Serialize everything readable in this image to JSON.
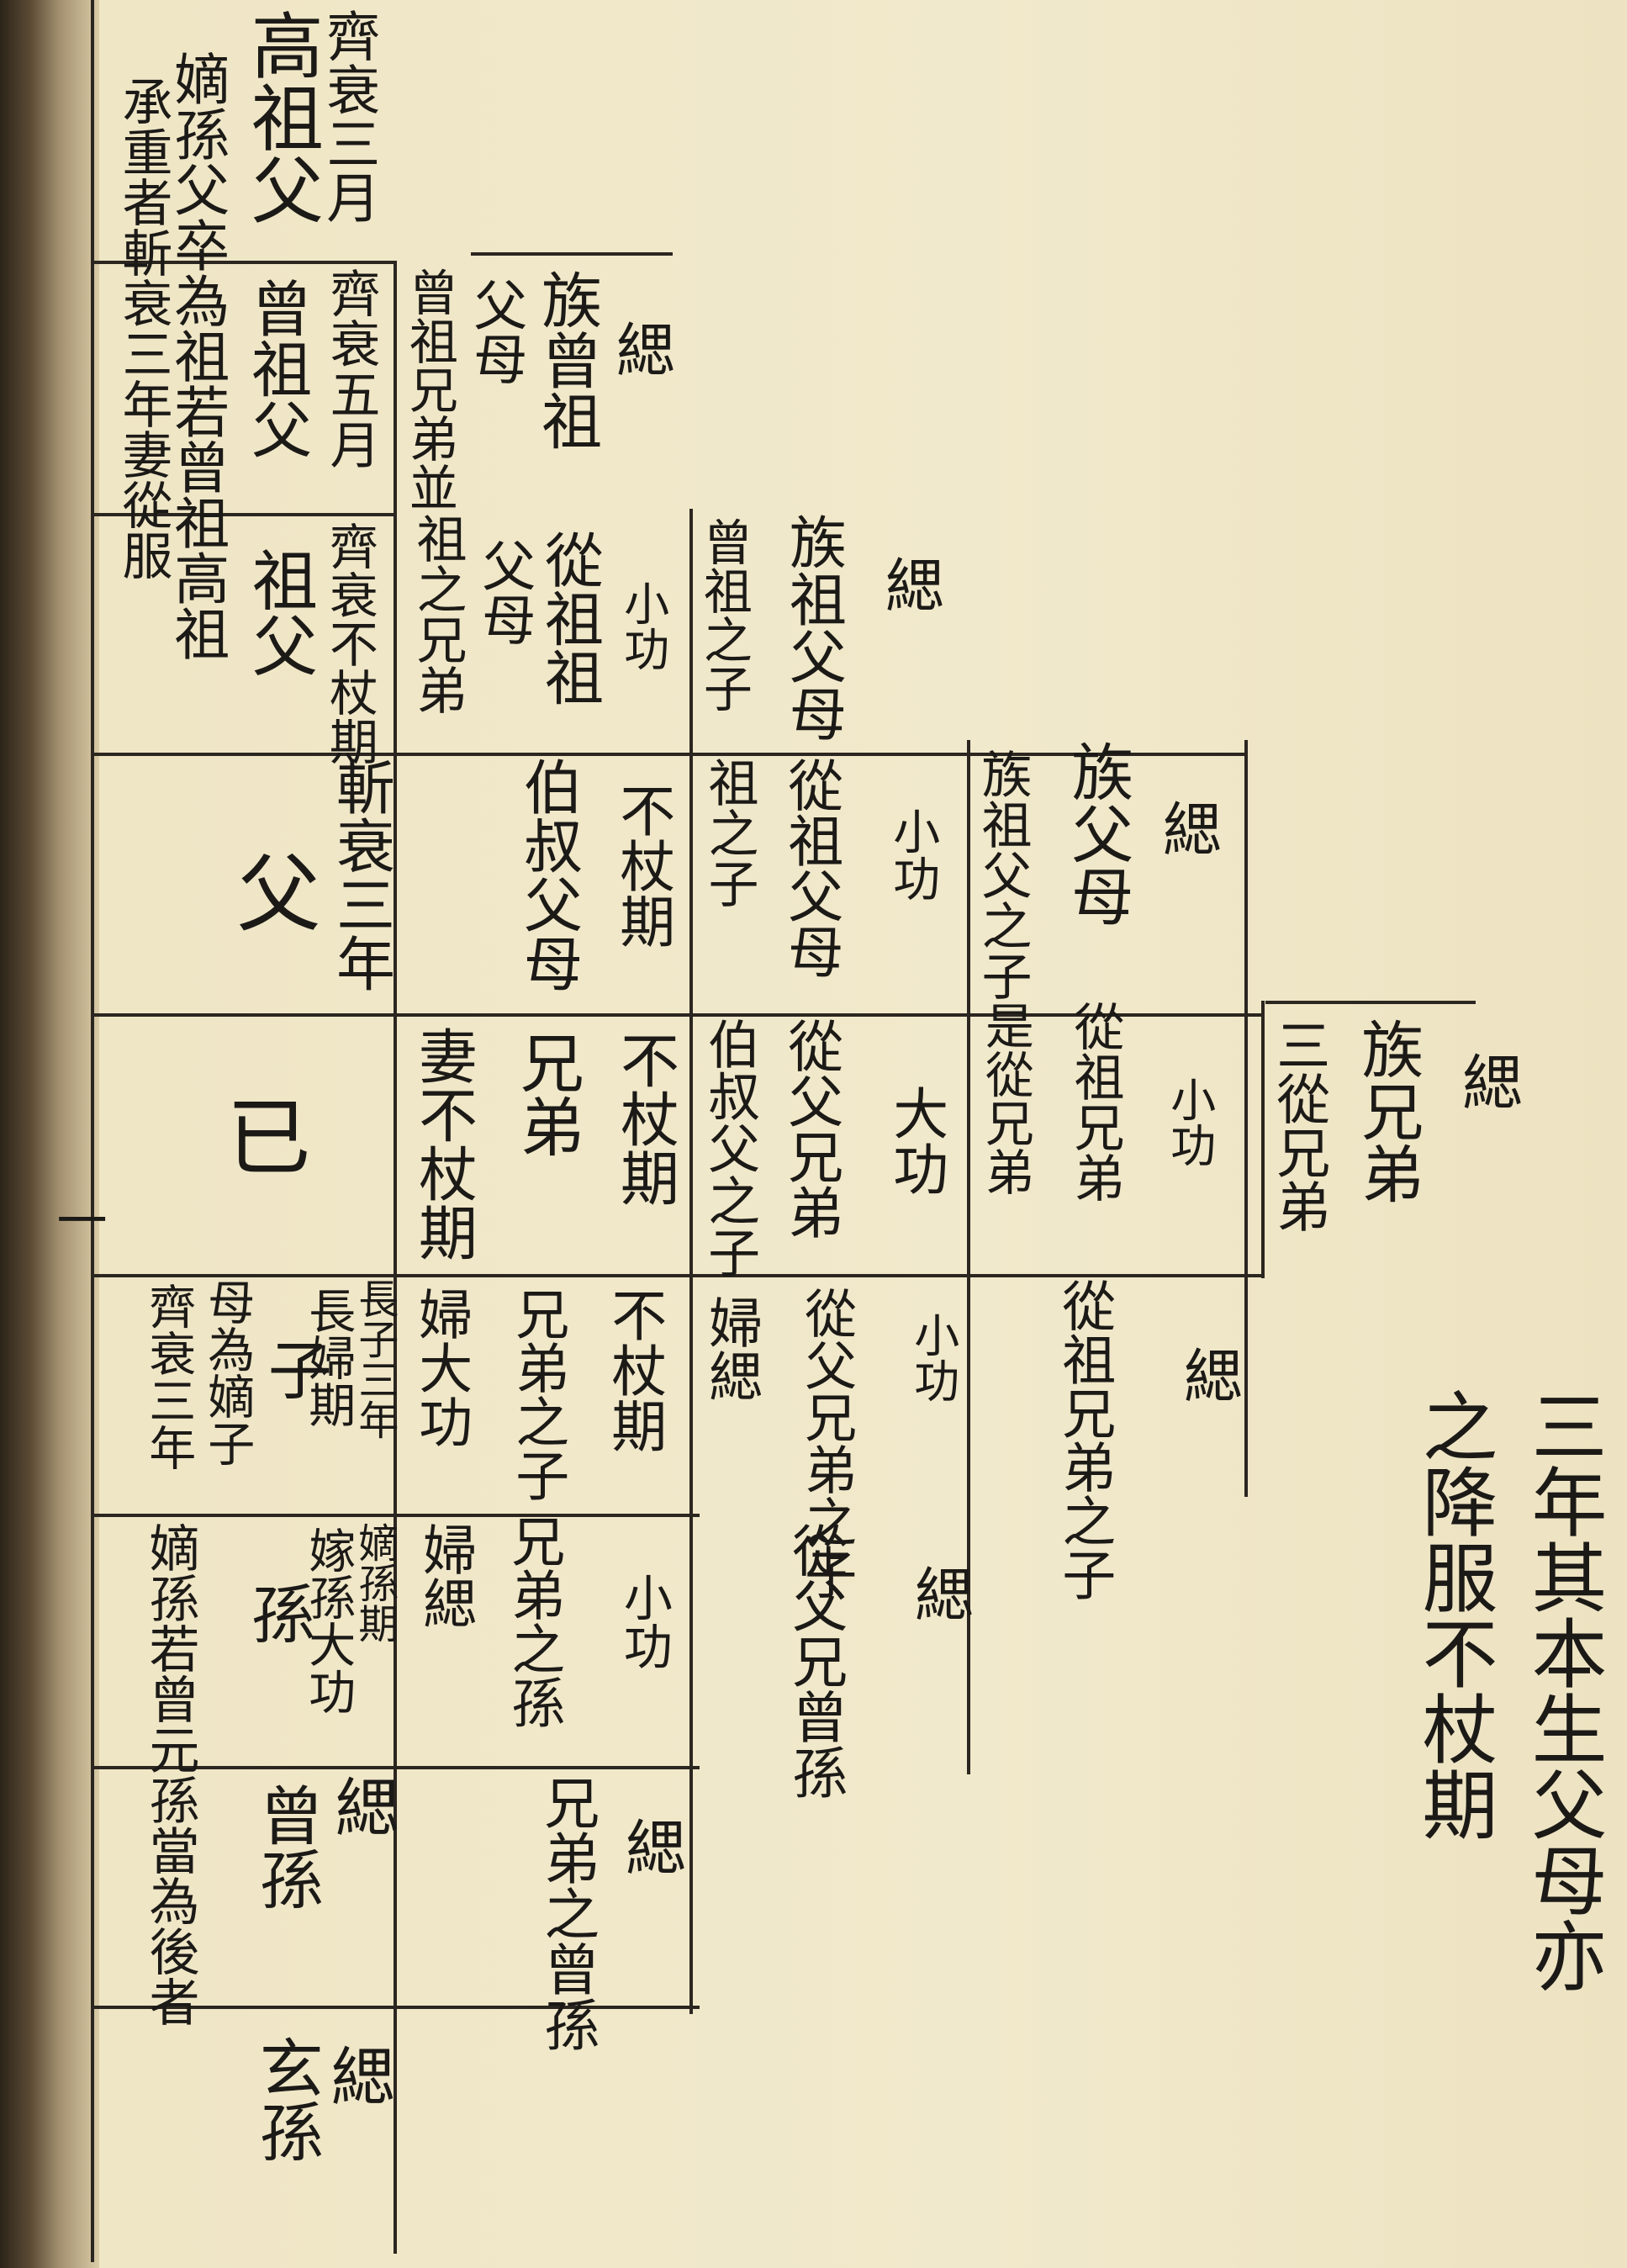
{
  "page": {
    "cells": {
      "gaozufu": "高祖父",
      "gaozu_mourning": "齊衰三月",
      "dizhu_note": [
        "嫡孫父卒為祖若曾祖高祖",
        "承重者斬衰三年妻從服"
      ],
      "zengzufu": "曾祖父",
      "zengzu_mourning": "齊衰五月",
      "zengzu_uncles": "曾祖兄弟並",
      "zufu": "祖父",
      "zu_mourning": "齊衰不杖期",
      "zu_brothers": "祖之兄弟",
      "fu": "父",
      "fu_mourning": "斬衰三年",
      "ji": "已",
      "wife": "妻不杖期",
      "zi_note": "母為嫡子",
      "zi": "子",
      "zi_mourning": "齊衰三年",
      "zhangzi": "長子三年",
      "zhangfu": "長婦期",
      "sun": "孫",
      "dizhu_sun": "嫡孫若曾元孫當為後者",
      "zhangsun": "嫡孫期",
      "sunfu": "嫁孫大功",
      "zengsun": "曾孫",
      "xuansun": "玄孫"
    },
    "middle": {
      "si": "緦",
      "zu_zeng_zu": "族曾祖",
      "fumu": "父母",
      "xiaogong": "小功",
      "cong_zu_zu": "從祖祖",
      "cong_fu_mu": "父母",
      "boshu": "伯叔父母",
      "buzhang": "不杖期",
      "xiongdi": "兄弟",
      "buzhang2": "不杖期",
      "xiongdi_zi": "兄弟之子",
      "buzhang3": "不杖期",
      "xiongdi_fu": "婦大功",
      "xiongdi_sun": "兄弟之孫",
      "xiaogong2": "小功",
      "sun_fu": "婦緦",
      "xiongdi_zengsun": "兄弟之曾孫",
      "si2": "緦"
    },
    "col3": {
      "si": "緦",
      "zu_zufumu": "族祖父母",
      "zengzu_ci": "曾祖之子",
      "xiaogong": "小功",
      "cong_zu_fumu": "從祖父母",
      "cong_fu_xiongdi": "從父兄弟",
      "zu_zi": "祖之子",
      "dagong": "大功",
      "boshu_zi": "伯叔父之子",
      "xiaogong2": "小功",
      "cong_fu_xiongdi_zi": "從父兄弟之子",
      "fu_si": "婦緦",
      "cong_fu_xiong_zengsun": "從父兄曾孫",
      "si2": "緦"
    },
    "col4": {
      "si": "緦",
      "zu_fu_mu": "族父母",
      "zu_zufu_zi": "族祖父之子",
      "xiaogong": "小功",
      "cong_zu_xiongdi": "從祖兄弟",
      "shi": "是從兄弟",
      "si2": "緦",
      "cong_zu_xiong_zi": "從祖兄弟之子"
    },
    "col5": {
      "si": "緦",
      "zu_xiongdi": "族兄弟",
      "san_cong": "三從兄弟"
    },
    "right_text": {
      "line1": "三年其本生父母亦",
      "line2": "之降服不杖期"
    },
    "margin": {
      "tick": "一"
    }
  }
}
